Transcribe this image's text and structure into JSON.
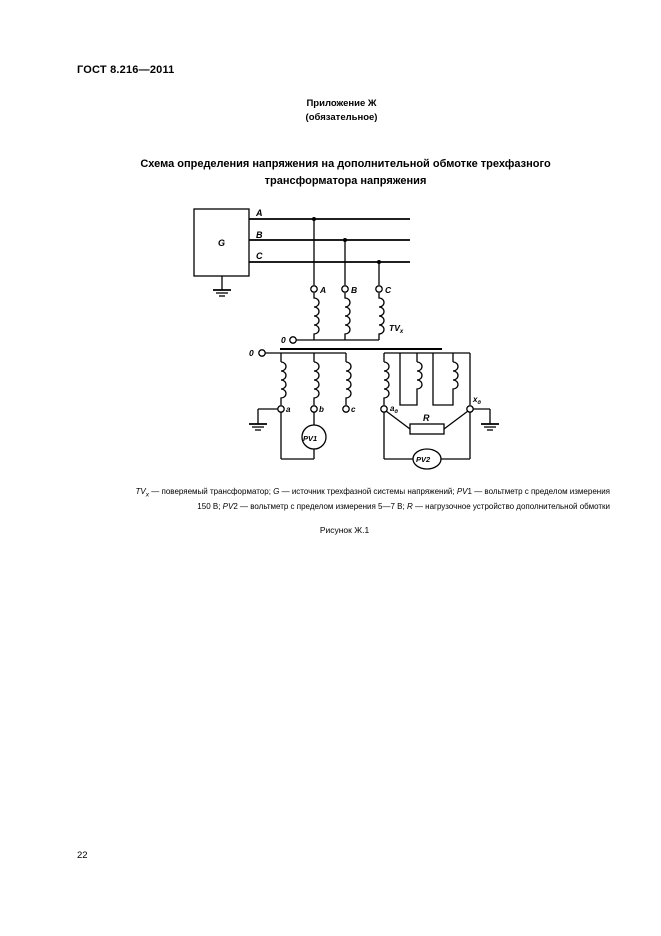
{
  "header": {
    "standard": "ГОСТ 8.216—2011"
  },
  "appendix": {
    "line1": "Приложение Ж",
    "line2": "(обязательное)"
  },
  "title": {
    "line1": "Схема определения напряжения на дополнительной обмотке трехфазного",
    "line2": "трансформатора напряжения"
  },
  "diagram": {
    "generator_label": "G",
    "bus_labels": [
      "A",
      "B",
      "C"
    ],
    "primary_terminals": [
      "A",
      "B",
      "C"
    ],
    "transformer_label": "TV",
    "transformer_sub": "x",
    "neutral_primary": "0",
    "neutral_secondary": "0",
    "secondary_terminals": [
      "a",
      "b",
      "c"
    ],
    "additional_start": "a",
    "additional_start_sub": "д",
    "additional_end": "x",
    "additional_end_sub": "д",
    "load_label": "R",
    "voltmeter1": "PV1",
    "voltmeter2": "PV2"
  },
  "legend": {
    "tv": "TV",
    "tv_sub": "x",
    "t1": " — поверяемый трансформатор; ",
    "g": "G",
    "t2": " — источник трехфазной системы напряжений; ",
    "pv1": "PV",
    "t3": "1 — вольтметр с пределом измерения",
    "t4": "150 В; ",
    "pv2": "PV",
    "t5": "2 — вольтметр с пределом измерения 5—7 В; ",
    "r": "R",
    "t6": " — нагрузочное устройство дополнительной обмотки"
  },
  "figure_caption": "Рисунок Ж.1",
  "page_number": "22"
}
